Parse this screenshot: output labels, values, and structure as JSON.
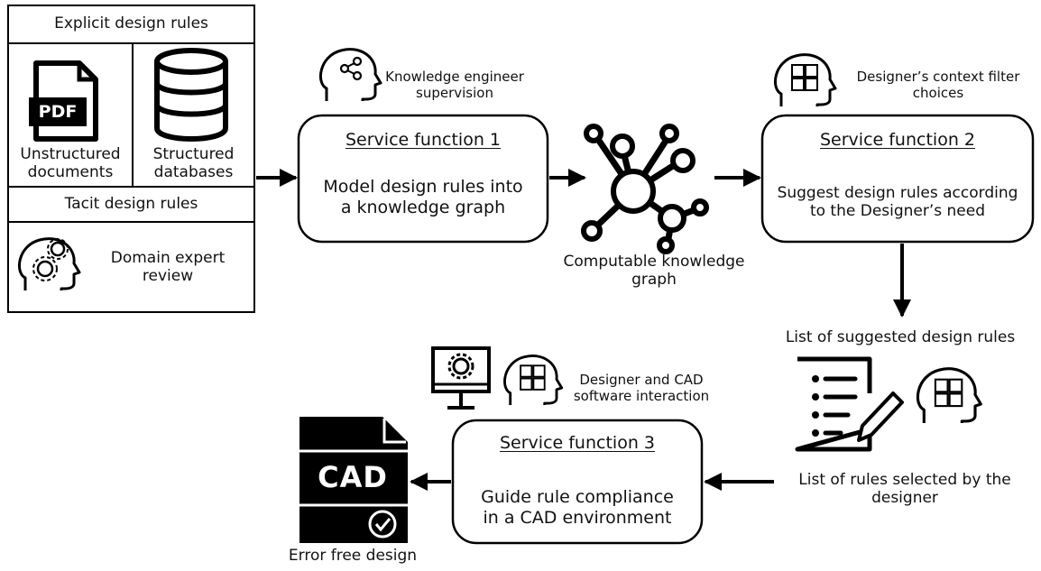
{
  "sources": {
    "explicit_title": "Explicit design rules",
    "pdf_text": "PDF",
    "unstructured_label": "Unstructured\ndocuments",
    "structured_label": "Structured\ndatabases",
    "tacit_title": "Tacit design rules",
    "expert_label": "Domain expert\nreview"
  },
  "service_functions": [
    {
      "title": "Service function 1",
      "description": "Model design rules into\na knowledge graph"
    },
    {
      "title": "Service function 2",
      "description": "Suggest design rules according\nto the Designer’s need"
    },
    {
      "title": "Service function 3",
      "description": "Guide rule compliance\nin a CAD environment"
    }
  ],
  "annotations": {
    "knowledge_engineer": "Knowledge engineer\nsupervision",
    "designer_context": "Designer’s context filter\nchoices",
    "designer_cad": "Designer and CAD\nsoftware interaction"
  },
  "graph_label": "Computable knowledge\ngraph",
  "suggested_list_label": "List of suggested design rules",
  "selected_rules_label": "List of rules selected by the\ndesigner",
  "cad": {
    "text": "CAD",
    "caption": "Error free design"
  },
  "icons": [
    "pdf-file-icon",
    "database-icon",
    "gears-head-icon",
    "share-head-icon",
    "puzzle-head-icon",
    "knowledge-graph-icon",
    "monitor-gear-icon",
    "checklist-pencil-icon",
    "cad-file-icon",
    "check-circle-icon"
  ]
}
